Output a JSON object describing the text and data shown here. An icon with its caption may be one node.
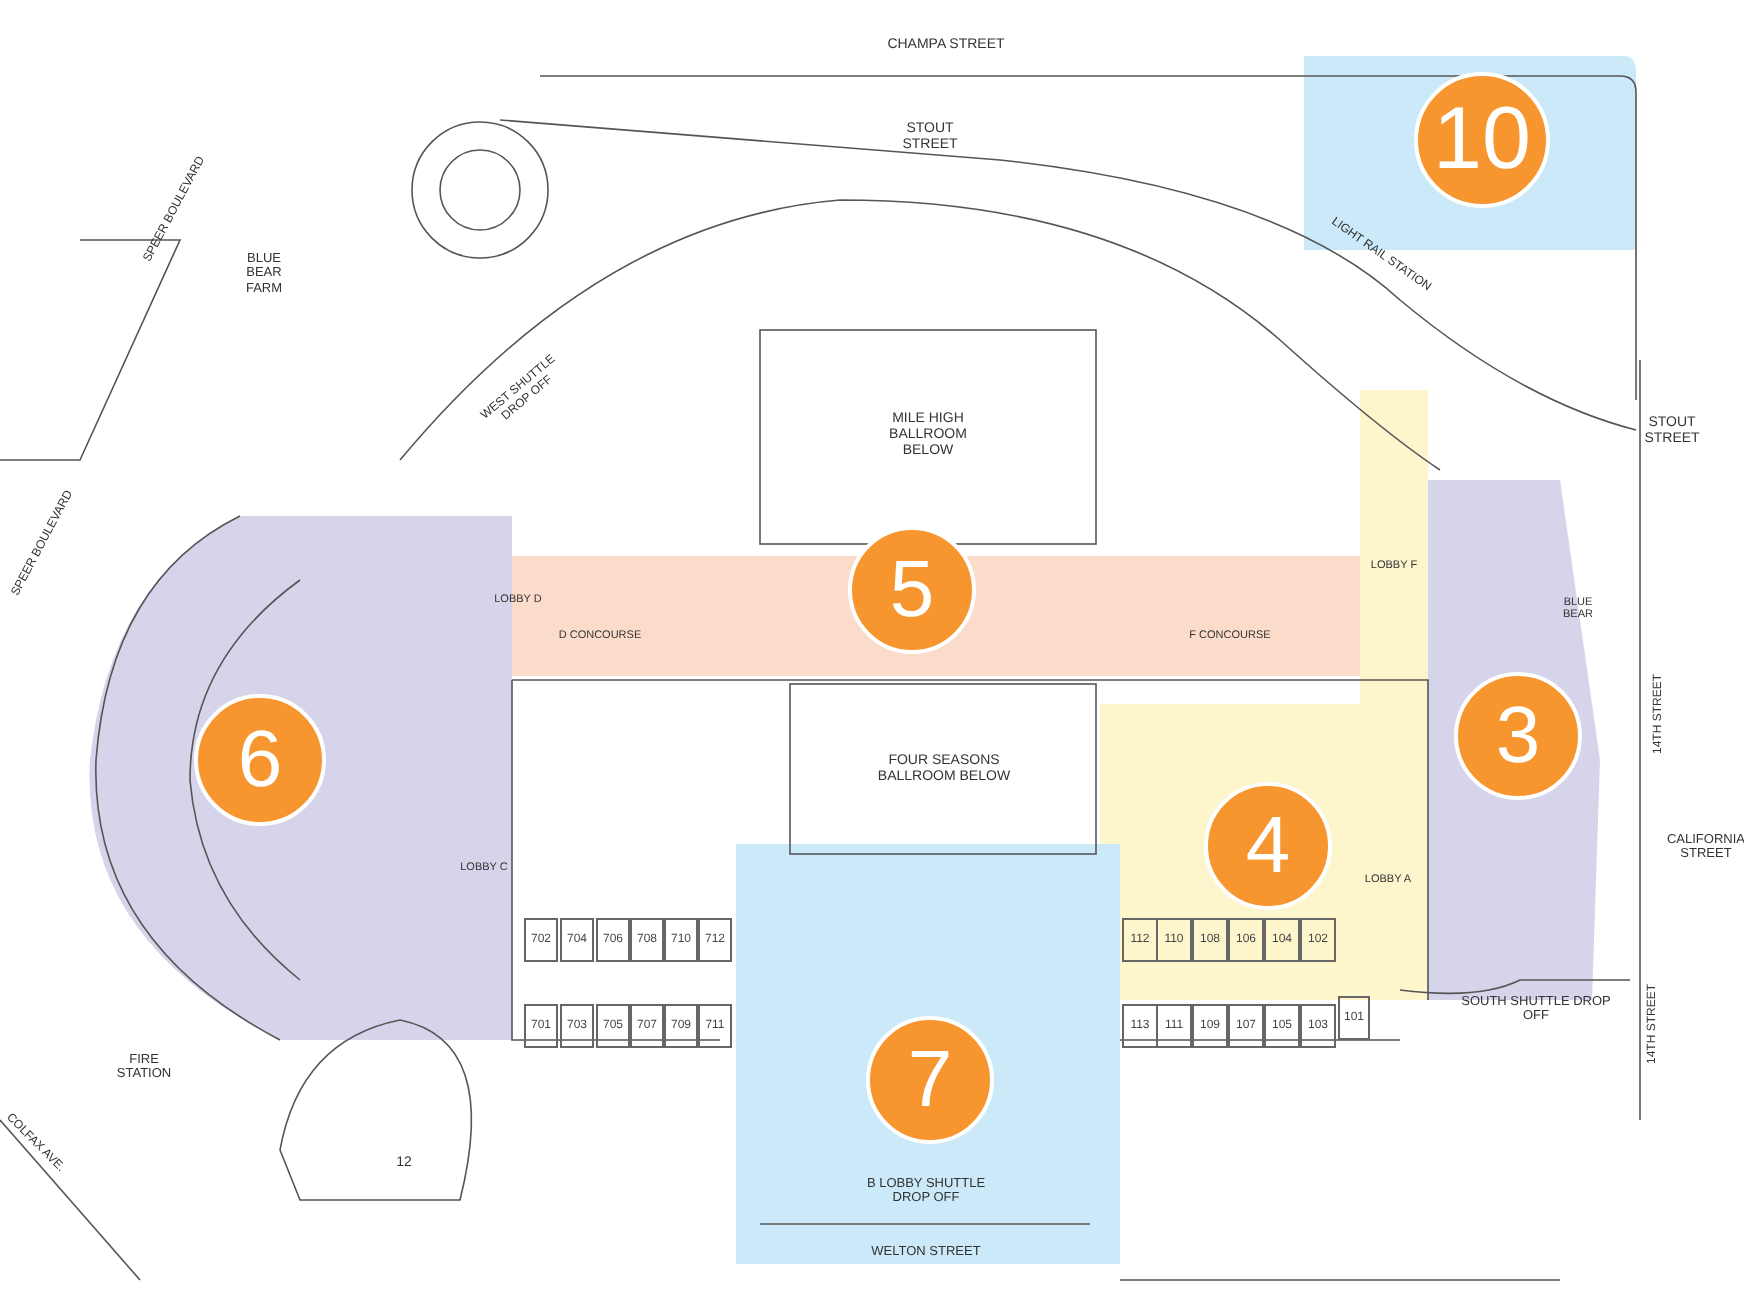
{
  "diagram": {
    "nodes": [
      {
        "text": [
          "10"
        ]
      },
      {
        "text": [
          "5"
        ]
      },
      {
        "text": [
          "6"
        ]
      },
      {
        "text": [
          "3"
        ]
      },
      {
        "text": [
          "4"
        ]
      },
      {
        "text": [
          "7"
        ]
      }
    ],
    "labels": [
      "CHAMPA STREET",
      "STOUT STREET",
      "SPEER BOULEVARD",
      "BLUE BEAR FARM",
      "LIGHT RAIL STATION",
      "WEST SHUTTLE DROP OFF",
      "MILE HIGH BALLROOM BELOW",
      "STOUT STREET",
      "SPEER BOULEVARD",
      "LOBBY D",
      "D CONCOURSE",
      "F CONCOURSE",
      "LOBBY F",
      "BLUE BEAR",
      "FOUR SEASONS BALLROOM BELOW",
      "14TH STREET",
      "CALIFORNIA STREET",
      "LOBBY C",
      "LOBBY A",
      "702",
      "704",
      "706",
      "708",
      "710",
      "712",
      "112",
      "110",
      "108",
      "106",
      "104",
      "102",
      "701",
      "703",
      "705",
      "707",
      "709",
      "711",
      "113",
      "111",
      "109",
      "107",
      "105",
      "103",
      "101",
      "FIRE STATION",
      "SOUTH SHUTTLE DROP OFF",
      "14TH STREET",
      "COLFAX AVE.",
      "12",
      "B LOBBY SHUTTLE DROP OFF",
      "WELTON STREET"
    ]
  }
}
